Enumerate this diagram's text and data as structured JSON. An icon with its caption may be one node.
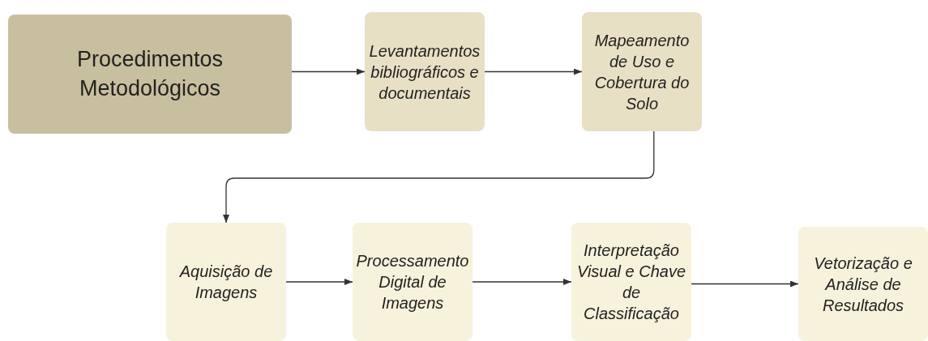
{
  "diagram": {
    "nodes": [
      {
        "text": [
          "Procedimentos Metodológicos"
        ]
      },
      {
        "text": [
          "Levantamentos bibliográficos e documentais"
        ]
      },
      {
        "text": [
          "Mapeamento de Uso e Cobertura do Solo"
        ]
      },
      {
        "text": [
          "Aquisição de Imagens"
        ]
      },
      {
        "text": [
          "Processamento Digital de Imagens"
        ]
      },
      {
        "text": [
          "Interpretação Visual e Chave de Classificação"
        ]
      },
      {
        "text": [
          "Vetorização e Análise de Resultados"
        ]
      }
    ],
    "edges": [
      {
        "from": 0,
        "to": 1,
        "arrow": "to"
      },
      {
        "from": 1,
        "to": 2,
        "arrow": "to"
      },
      {
        "from": 2,
        "to": 3,
        "arrow": "to"
      },
      {
        "from": 3,
        "to": 4,
        "arrow": "to"
      },
      {
        "from": 4,
        "to": 5,
        "arrow": "to"
      },
      {
        "from": 5,
        "to": 6,
        "arrow": "to"
      }
    ]
  }
}
